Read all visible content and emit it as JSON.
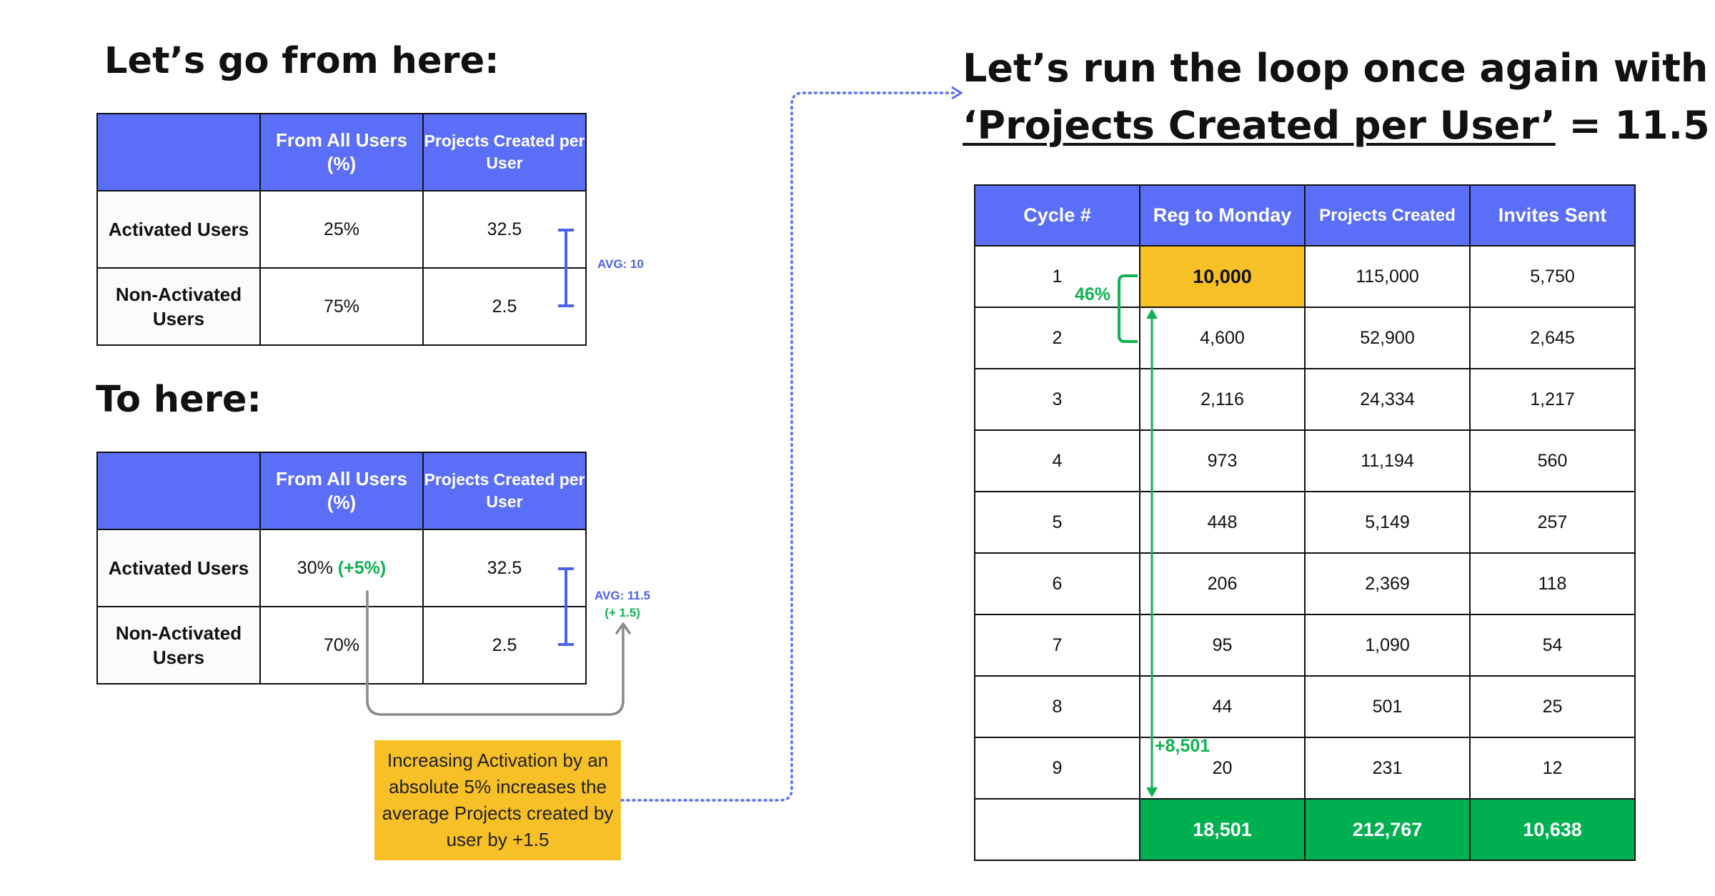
{
  "headings": {
    "from": "Let’s go from here:",
    "to": "To here:",
    "run_line1": "Let’s run the loop once again with",
    "run_line2_prefix": "‘",
    "run_line2_underlined": "Projects Created per User’",
    "run_line2_suffix": " = 11.5"
  },
  "table_from": {
    "col_headers": [
      "From All Users (%)",
      "Projects Created per User"
    ],
    "rows": [
      {
        "label": "Activated Users",
        "share": "25%",
        "projects": "32.5"
      },
      {
        "label": "Non-Activated Users",
        "share": "75%",
        "projects": "2.5"
      }
    ],
    "avg_label": "AVG: 10"
  },
  "table_to": {
    "col_headers": [
      "From All Users (%)",
      "Projects Created per User"
    ],
    "rows": [
      {
        "label": "Activated Users",
        "share": "30%",
        "share_delta": "(+5%)",
        "projects": "32.5"
      },
      {
        "label": "Non-Activated Users",
        "share": "70%",
        "projects": "2.5"
      }
    ],
    "avg_label": "AVG: 11.5",
    "avg_delta": "(+ 1.5)"
  },
  "note": "Increasing Activation by an absolute 5% increases the average Projects created by user by +1.5",
  "loop_table": {
    "headers": [
      "Cycle #",
      "Reg to Monday",
      "Projects Created",
      "Invites Sent"
    ],
    "rows": [
      [
        "1",
        "10,000",
        "115,000",
        "5,750"
      ],
      [
        "2",
        "4,600",
        "52,900",
        "2,645"
      ],
      [
        "3",
        "2,116",
        "24,334",
        "1,217"
      ],
      [
        "4",
        "973",
        "11,194",
        "560"
      ],
      [
        "5",
        "448",
        "5,149",
        "257"
      ],
      [
        "6",
        "206",
        "2,369",
        "118"
      ],
      [
        "7",
        "95",
        "1,090",
        "54"
      ],
      [
        "8",
        "44",
        "501",
        "25"
      ],
      [
        "9",
        "20",
        "231",
        "12"
      ]
    ],
    "totals": [
      "",
      "18,501",
      "212,767",
      "10,638"
    ],
    "ratio_label": "46%",
    "increase_label": "+8,501"
  },
  "colors": {
    "header_blue": "#5a6ef8",
    "highlight_yellow": "#f6c026",
    "total_green": "#00b050",
    "positive_green": "#0fb350",
    "dotted_blue": "#5a6ef8",
    "arrow_gray": "#8a8a8a"
  }
}
